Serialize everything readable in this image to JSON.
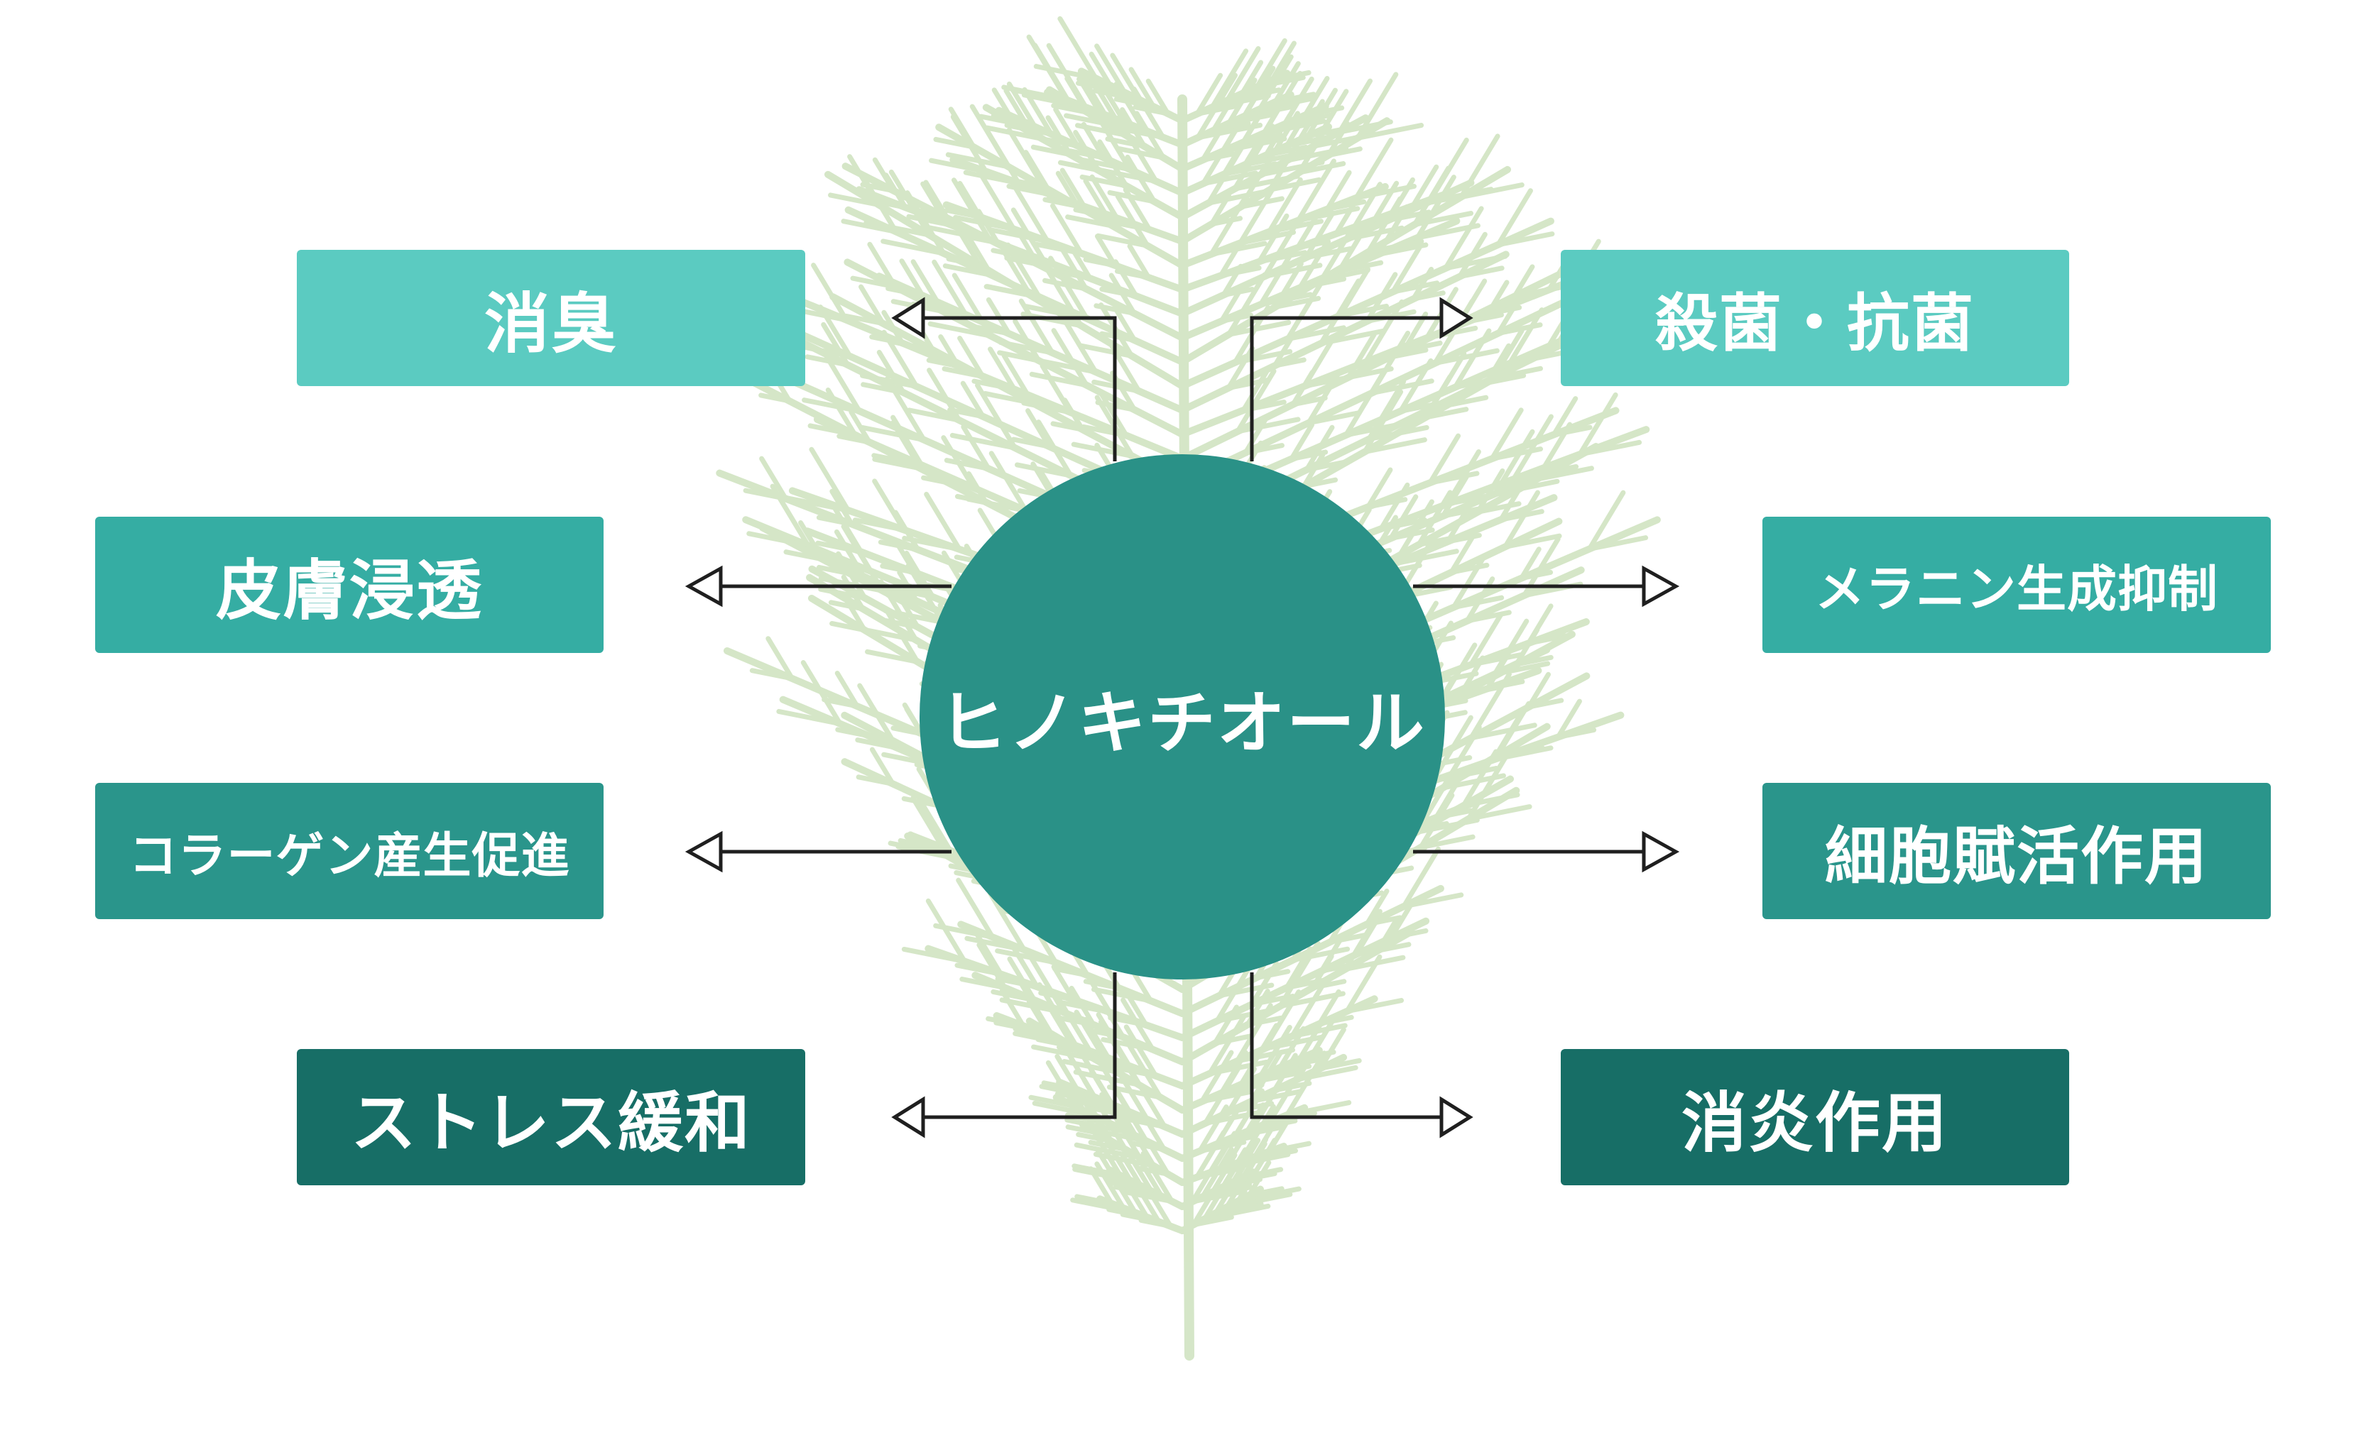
{
  "center": {
    "label": "ヒノキチオール"
  },
  "effects": {
    "deodorant": "消臭",
    "antibacterial": "殺菌・抗菌",
    "skin_penetration": "皮膚浸透",
    "melanin_suppression": "メラニン生成抑制",
    "collagen_promotion": "コラーゲン産生促進",
    "cell_activation": "細胞賦活作用",
    "stress_relief": "ストレス緩和",
    "anti_inflammatory": "消炎作用"
  },
  "colors": {
    "light_teal": "#5bcbc1",
    "mid_teal": "#35ada3",
    "teal": "#2a958b",
    "dark_teal": "#176e66",
    "circle": "#2a9187",
    "arrow": "#1f1f1f",
    "foliage": "#d3e5c5"
  }
}
